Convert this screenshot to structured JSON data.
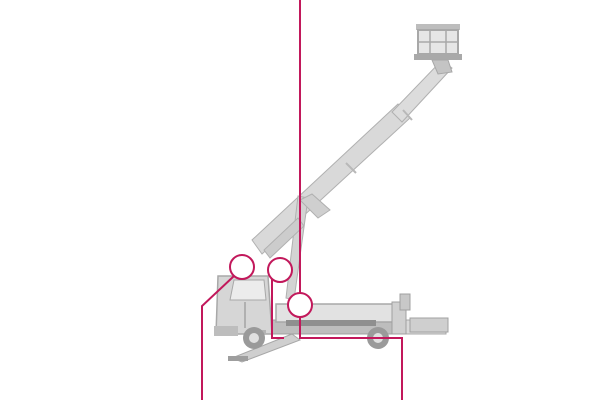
{
  "colors": {
    "background": "#ffffff",
    "truck_fill": "#d6d6d6",
    "truck_dark": "#8f8f8f",
    "truck_outline": "#a8a8a8",
    "window": "#ececec",
    "wheel": "#9a9a9a",
    "callout": "#c2185b"
  },
  "callouts": [
    {
      "id": "callout-1",
      "marker": "circle"
    },
    {
      "id": "callout-2",
      "marker": "circle"
    },
    {
      "id": "callout-3",
      "marker": "circle"
    }
  ]
}
